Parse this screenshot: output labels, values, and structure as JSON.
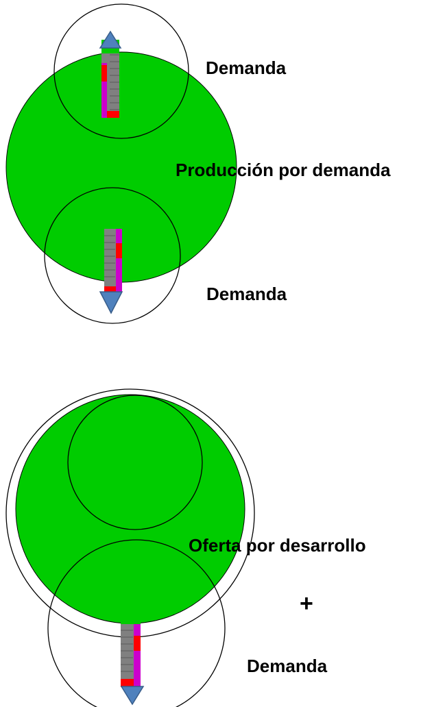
{
  "labels": {
    "top_demand": "Demanda",
    "production_by_demand": "Producción por demanda",
    "middle_demand": "Demanda",
    "offer_by_development": "Oferta por desarrollo",
    "plus_sign": "+",
    "bottom_demand": "Demanda"
  },
  "colors": {
    "green_fill": "#00CC00",
    "outline": "#000000",
    "arrow_blue": "#4F81BD",
    "arrow_outline": "#385D8A",
    "bar_gray": "#808080",
    "bar_magenta": "#CC00CC",
    "bar_red": "#FF0000",
    "bar_green": "#00CC00"
  },
  "icons": {
    "up_arrow": "arrow-up-icon",
    "down_arrow": "arrow-down-icon"
  }
}
